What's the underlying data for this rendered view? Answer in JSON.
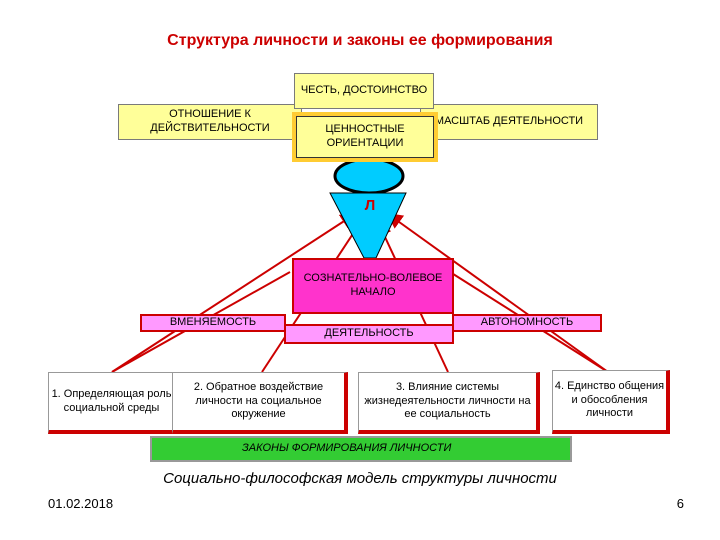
{
  "title": "Структура личности и законы ее формирования",
  "top_boxes": {
    "honor": "ЧЕСТЬ, ДОСТОИНСТВО",
    "attitude": "ОТНОШЕНИЕ К ДЕЙСТВИТЕЛЬНОСТИ",
    "values": "ЦЕННОСТНЫЕ ОРИЕНТАЦИИ",
    "scale": "МАСШТАБ ДЕЯТЕЛЬНОСТИ"
  },
  "person_label": "Л",
  "center": {
    "volitional": "СОЗНАТЕЛЬНО-ВОЛЕВОЕ НАЧАЛО",
    "imputability": "ВМЕНЯЕМОСТЬ",
    "activity": "ДЕЯТЕЛЬНОСТЬ",
    "autonomy": "АВТОНОМНОСТЬ"
  },
  "laws": [
    "1. Определяющая роль социальной среды",
    "2. Обратное воздействие личности на социальное окружение",
    "3. Влияние системы жизнедеятельности личности на ее социальность",
    "4. Единство общения и обособления личности"
  ],
  "laws_bar": "ЗАКОНЫ ФОРМИРОВАНИЯ ЛИЧНОСТИ",
  "subtitle": "Социально-философская модель структуры личности",
  "date": "01.02.2018",
  "page_number": "6",
  "colors": {
    "title": "#cc0000",
    "arrow": "#cc0000",
    "yellow": "#ffff99",
    "orange": "#ffcc33",
    "pink": "#ff33cc",
    "light_pink": "#ff99ff",
    "green": "#33cc33",
    "cone": "#00ccff"
  }
}
